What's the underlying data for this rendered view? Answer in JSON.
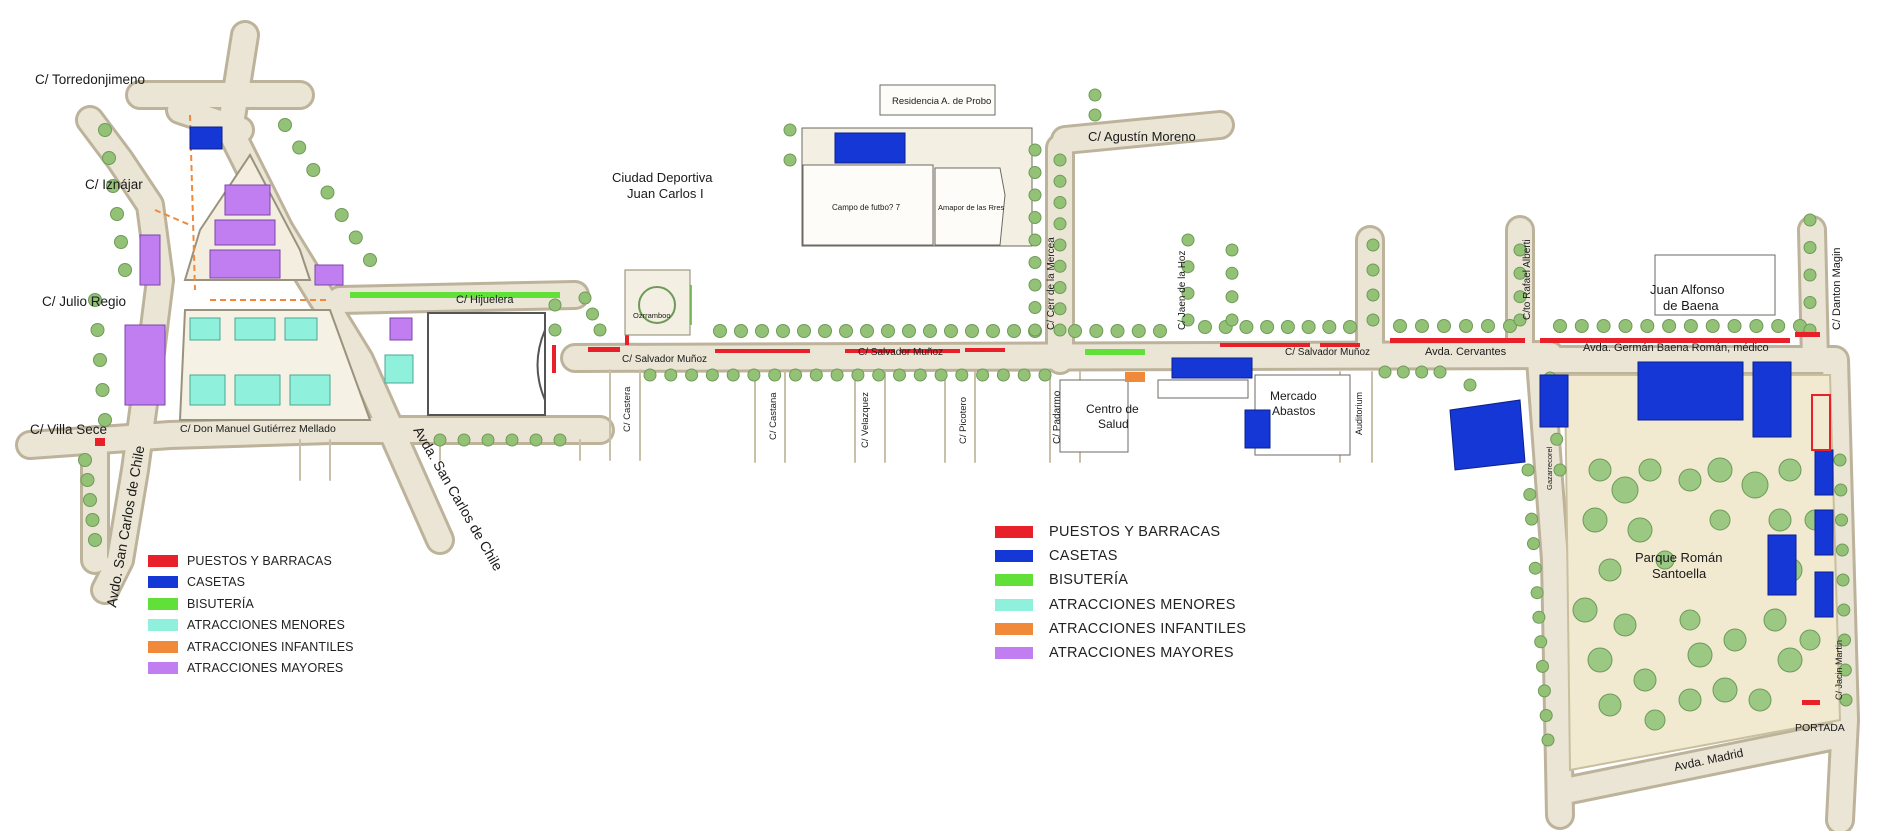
{
  "colors": {
    "puestos": "#e8202a",
    "casetas": "#1537d6",
    "bisuteria": "#62e03a",
    "menores": "#8ff0dc",
    "infantiles": "#f08a3a",
    "mayores": "#c07ef0",
    "road": "#e9e3d3",
    "curb": "#b8ae96",
    "tree": "#8fbf74",
    "park": "#efe7c8"
  },
  "legend_small": [
    {
      "label": "PUESTOS Y BARRACAS",
      "color": "#e8202a"
    },
    {
      "label": "CASETAS",
      "color": "#1537d6"
    },
    {
      "label": "BISUTERÍA",
      "color": "#62e03a"
    },
    {
      "label": "ATRACCIONES MENORES",
      "color": "#8ff0dc"
    },
    {
      "label": "ATRACCIONES INFANTILES",
      "color": "#f08a3a"
    },
    {
      "label": "ATRACCIONES MAYORES",
      "color": "#c07ef0"
    }
  ],
  "legend_large": [
    {
      "label": "PUESTOS Y BARRACAS",
      "color": "#e8202a"
    },
    {
      "label": "CASETAS",
      "color": "#1537d6"
    },
    {
      "label": "BISUTERÍA",
      "color": "#62e03a"
    },
    {
      "label": "ATRACCIONES MENORES",
      "color": "#8ff0dc"
    },
    {
      "label": "ATRACCIONES INFANTILES",
      "color": "#f08a3a"
    },
    {
      "label": "ATRACCIONES MAYORES",
      "color": "#c07ef0"
    }
  ],
  "labels": {
    "torredonjimeno": "C/ Torredonjimeno",
    "iznajar": "C/ Iznájar",
    "julio_regio": "C/ Julio Regio",
    "villa_sece": "C/ Villa Sece",
    "avda_san_carlos_left": "Avdo. San Carlos de Chile",
    "avda_san_carlos_right": "Avda. San Carlos de Chile",
    "don_manuel": "C/ Don Manuel Gutiérrez Mellado",
    "hijuelera": "C/ Hijuelera",
    "salvador_munoz_1": "C/ Salvador Muñoz",
    "salvador_munoz_2": "C/ Salvador Muñoz",
    "salvador_munoz_3": "C/ Salvador Muñoz",
    "ciudad_deportiva_1": "Ciudad Deportiva",
    "ciudad_deportiva_2": "Juan Carlos I",
    "residencia": "Residencia A. de Probo",
    "agustin_moreno": "C/ Agustín Moreno",
    "campo_futbol": "Campo de futbo? 7",
    "amapor": "Amapor de las Rres",
    "cerro_merced": "C/ Cerr de la Mercea",
    "jaen_hoz": "C/ Jaen de la Hoz",
    "cato_rafael": "C/to Rafael Alberti",
    "danton": "C/ Danton Magin",
    "juan_alfonso_1": "Juan Alfonso",
    "juan_alfonso_2": "de Baena",
    "german_baena": "Avda. Germán Baena Román, médico",
    "avda_cervantes": "Avda. Cervantes",
    "centro_salud_1": "Centro de",
    "centro_salud_2": "Salud",
    "mercado_1": "Mercado",
    "mercado_2": "Abastos",
    "parque_1": "Parque Román",
    "parque_2": "Santoella",
    "portada": "PORTADA",
    "avda_madrid": "Avda. Madrid",
    "jacinto_martin": "C/ Jacin Martin",
    "castera": "C/ Castera",
    "costana": "C/ Castana",
    "velazquez": "C/ Velazquez",
    "picotero": "C/ Picotero",
    "padarmo": "C/ Padarmo",
    "auditorium": "Auditorium",
    "gazarrecorel": "Gazarrecorel",
    "ozrramboo": "Ozrramboo"
  }
}
